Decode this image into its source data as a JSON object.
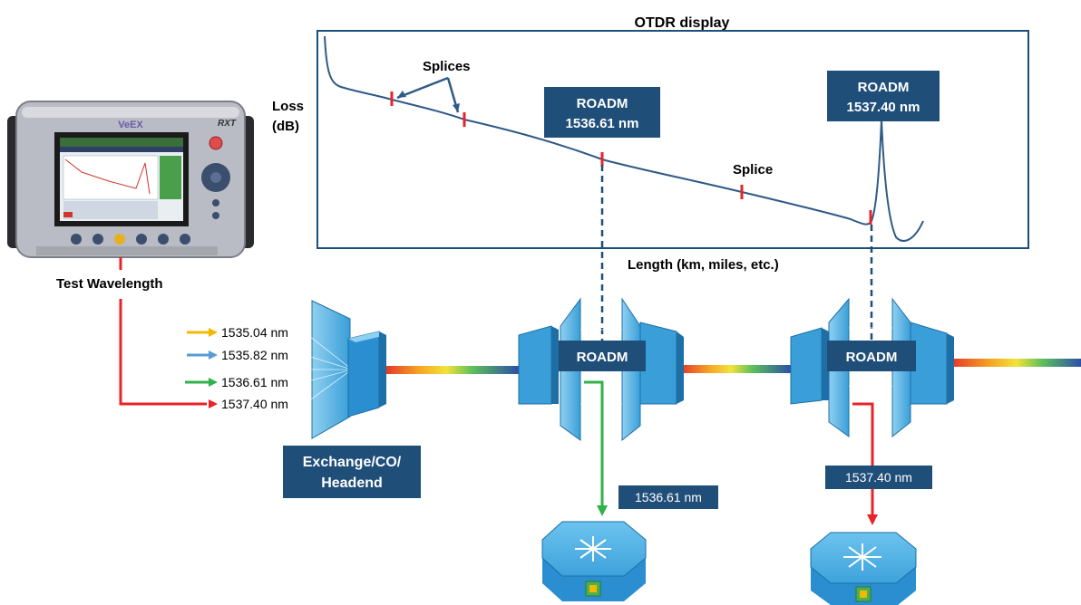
{
  "otdr": {
    "title": "OTDR display",
    "y_label_line1": "Loss",
    "y_label_line2": "(dB)",
    "x_label": "Length (km, miles, etc.)",
    "splices_label": "Splices",
    "splice_label": "Splice",
    "roadm_callout_1_line1": "ROADM",
    "roadm_callout_1_line2": "1536.61 nm",
    "roadm_callout_2_line1": "ROADM",
    "roadm_callout_2_line2": "1537.40 nm"
  },
  "device": {
    "brand": "VeEX",
    "model": "RXT",
    "caption": "Test Wavelength"
  },
  "wavelengths": [
    {
      "label": "1535.04 nm",
      "color": "#f5b800"
    },
    {
      "label": "1535.82 nm",
      "color": "#5a9bd5"
    },
    {
      "label": "1536.61 nm",
      "color": "#2fb24a"
    },
    {
      "label": "1537.40 nm",
      "color": "#e53a2b"
    }
  ],
  "exchange": {
    "line1": "Exchange/CO/",
    "line2": "Headend"
  },
  "roadm_1": {
    "label": "ROADM",
    "drop_label": "1536.61 nm"
  },
  "roadm_2": {
    "label": "ROADM",
    "drop_label": "1537.40 nm"
  },
  "colors": {
    "navy": "#1f4e79",
    "trace": "#2f5a86",
    "mux": "#3a9fd8",
    "marker": "#e8232a"
  }
}
